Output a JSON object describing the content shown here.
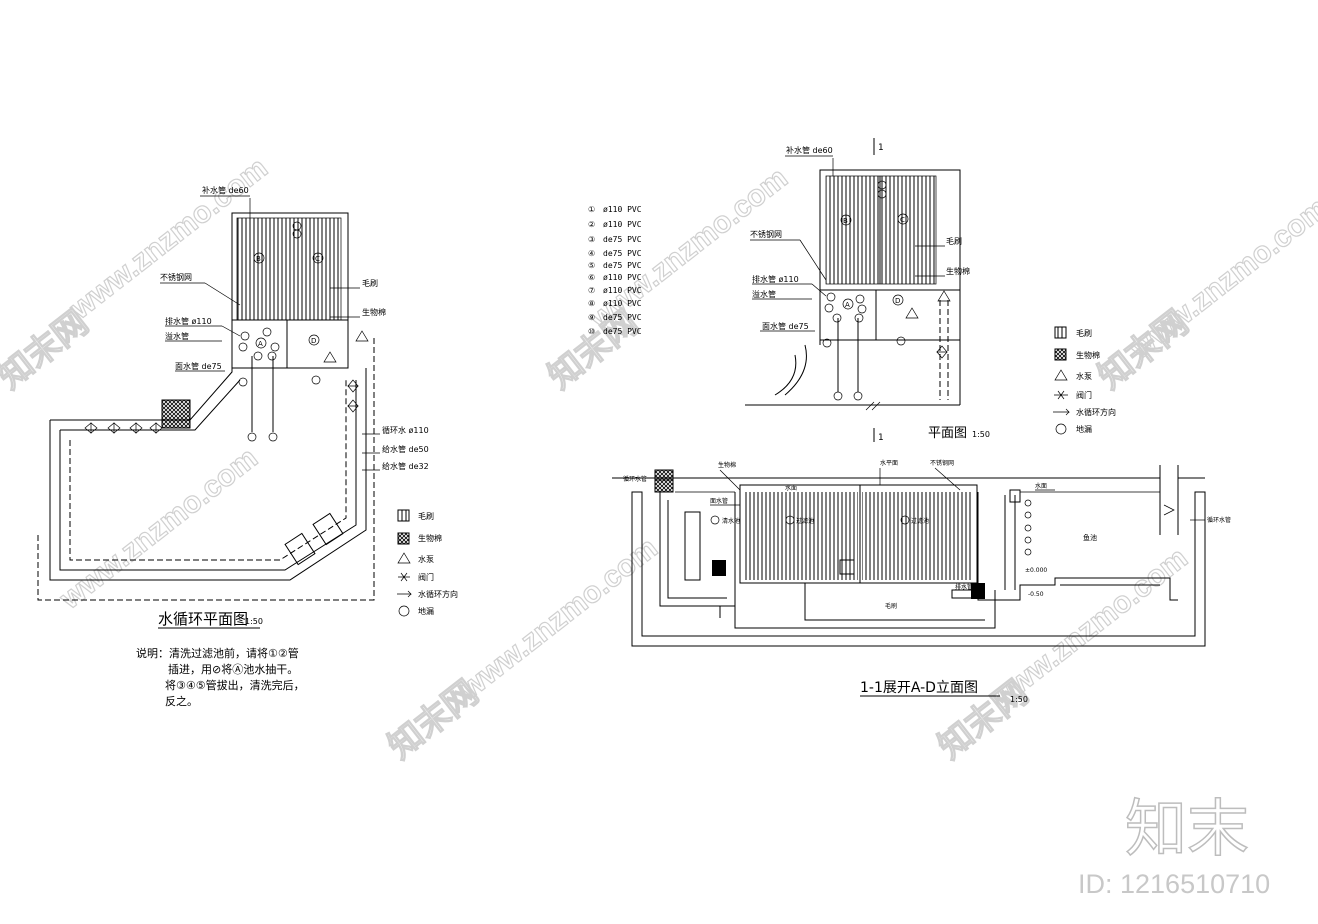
{
  "watermark": {
    "text": "www.znzmo.com",
    "brand": "知末网",
    "logo": "知末",
    "id": "ID: 1216510710"
  },
  "left_plan": {
    "title": "水循环平面图",
    "scale": "1:50",
    "labels": {
      "makeup": "补水管 de60",
      "steel_mesh": "不锈钢网",
      "brush": "毛刷",
      "bio_cotton": "生物棉",
      "drain_pipe": "排水管 ø110",
      "overflow": "溢水管",
      "surface_pipe": "面水管 de75",
      "circulation": "循环水 ø110",
      "supply": "给水管 de50",
      "feed": "给水管 de32"
    },
    "note_lines": [
      "说明：清洗过滤池前，请将①②管",
      "插进，用⊘将Ⓐ池水抽干。",
      "将③④⑤管拔出，清洗完后，",
      "反之。"
    ],
    "legend": [
      {
        "icon": "brush-icon",
        "label": "毛刷"
      },
      {
        "icon": "bio-cotton-icon",
        "label": "生物棉"
      },
      {
        "icon": "pump-icon",
        "label": "水泵"
      },
      {
        "icon": "valve-icon",
        "label": "阀门"
      },
      {
        "icon": "flow-arrow-icon",
        "label": "水循环方向"
      },
      {
        "icon": "floor-drain-icon",
        "label": "地漏"
      }
    ]
  },
  "pipe_list": [
    {
      "no": "①",
      "spec": "ø110 PVC"
    },
    {
      "no": "②",
      "spec": "ø110 PVC"
    },
    {
      "no": "③",
      "spec": "de75 PVC"
    },
    {
      "no": "④",
      "spec": "de75 PVC"
    },
    {
      "no": "⑤",
      "spec": "de75 PVC"
    },
    {
      "no": "⑥",
      "spec": "ø110 PVC"
    },
    {
      "no": "⑦",
      "spec": "ø110 PVC"
    },
    {
      "no": "⑧",
      "spec": "ø110 PVC"
    },
    {
      "no": "⑨",
      "spec": "de75 PVC"
    },
    {
      "no": "⑩",
      "spec": "de75 PVC"
    }
  ],
  "right_plan": {
    "title": "平面图",
    "scale": "1:50",
    "section_mark": "1",
    "labels": {
      "makeup": "补水管 de60",
      "steel_mesh": "不锈钢网",
      "brush": "毛刷",
      "bio_cotton": "生物棉",
      "drain_pipe": "排水管 ø110",
      "overflow": "溢水管",
      "surface_pipe": "面水管 de75"
    },
    "legend": [
      {
        "icon": "brush-icon",
        "label": "毛刷"
      },
      {
        "icon": "bio-cotton-icon",
        "label": "生物棉"
      },
      {
        "icon": "pump-icon",
        "label": "水泵"
      },
      {
        "icon": "valve-icon",
        "label": "阀门"
      },
      {
        "icon": "flow-arrow-icon",
        "label": "水循环方向"
      },
      {
        "icon": "floor-drain-icon",
        "label": "地漏"
      }
    ]
  },
  "section": {
    "title": "1-1展开A-D立面图",
    "scale": "1:50",
    "labels": {
      "circ_water": "循环水管",
      "bio": "生物棉",
      "water_level": "水平面",
      "mesh": "不锈钢网",
      "surface": "面水管",
      "water": "水面",
      "clear_pool": "清水池",
      "filter1": "过滤池",
      "filter2": "过滤池",
      "fish_pool": "鱼池",
      "circ_pipe": "循环水管",
      "drain": "排水管",
      "brush": "毛刷",
      "elev1": "±0.000",
      "elev2": "-0.50"
    }
  }
}
